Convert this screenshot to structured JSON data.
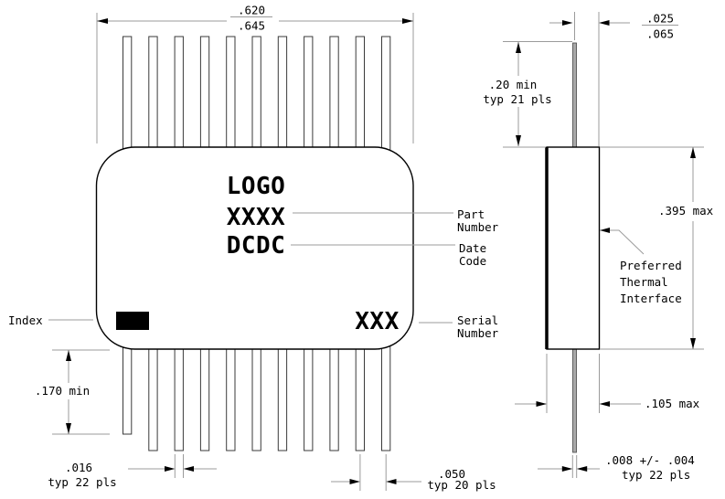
{
  "front": {
    "marking": {
      "logo": "LOGO",
      "part": "XXXX",
      "date": "DCDC",
      "serial": "XXX"
    },
    "labels": {
      "index": "Index",
      "part1": "Part",
      "part2": "Number",
      "date1": "Date",
      "date2": "Code",
      "serial1": "Serial",
      "serial2": "Number"
    }
  },
  "side": {
    "thermal1": "Preferred",
    "thermal2": "Thermal",
    "thermal3": "Interface"
  },
  "dims": {
    "width_upper": ".620",
    "width_lower": ".645",
    "standoff": ".170 min",
    "lead_width": ".016",
    "lead_width_note": "typ 22 pls",
    "pitch": ".050",
    "pitch_note": "typ 20 pls",
    "edge_upper": ".025",
    "edge_lower": ".065",
    "lead_length": ".20 min",
    "lead_length_note": "typ 21 pls",
    "body_height": ".395 max",
    "body_thickness": ".105 max",
    "lead_thickness": ".008 +/- .004",
    "lead_thickness_note": "typ 22 pls"
  }
}
